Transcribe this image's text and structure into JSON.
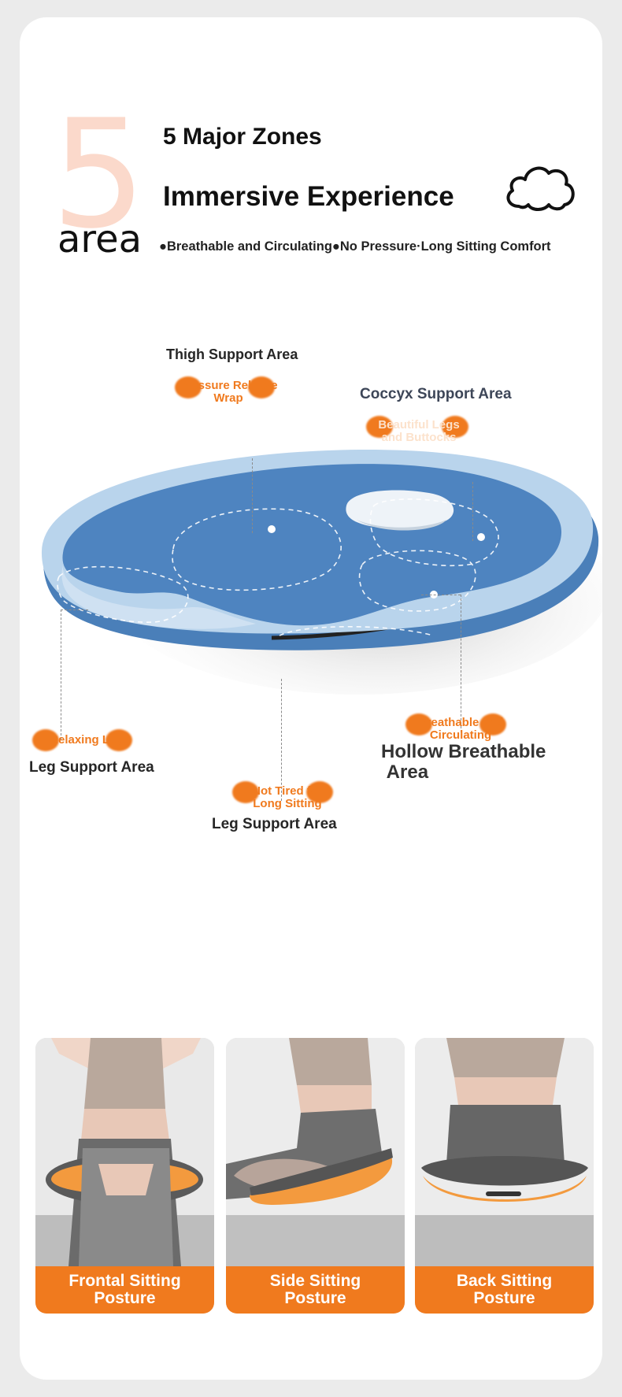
{
  "header": {
    "big_digit": "5",
    "area_word": "area",
    "line1": "5 Major Zones",
    "line2": "Immersive Experience",
    "subtitle": "●Breathable and Circulating●No Pressure·Long Sitting Comfort"
  },
  "zones": {
    "thigh": {
      "label": "Thigh Support Area",
      "tag_line1": "Pressure Release",
      "tag_line2": "Wrap"
    },
    "coccyx": {
      "label": "Coccyx Support Area",
      "tag_line1": "Beautiful Legs",
      "tag_line2": "and Buttocks"
    },
    "leg_left": {
      "label": "Leg Support Area",
      "tag_line1": "Relaxing Legs"
    },
    "leg_center": {
      "label": "Leg Support Area",
      "tag_line1": "Not Tired for",
      "tag_line2": "Long Sitting"
    },
    "hollow": {
      "label_line1": "Hollow Breathable",
      "label_line2": "Area",
      "tag_line1": "Breathable and",
      "tag_line2": "Circulating"
    }
  },
  "postures": [
    {
      "line1": "Frontal Sitting",
      "line2": "Posture"
    },
    {
      "line1": "Side Sitting",
      "line2": "Posture"
    },
    {
      "line1": "Back Sitting",
      "line2": "Posture"
    }
  ],
  "colors": {
    "accent_orange": "#f07a1e",
    "cushion_blue": "#4e84c0",
    "cushion_light": "#b9d4ec",
    "digit_peach": "#fbd9cb"
  },
  "icons": [
    "cloud-icon"
  ]
}
